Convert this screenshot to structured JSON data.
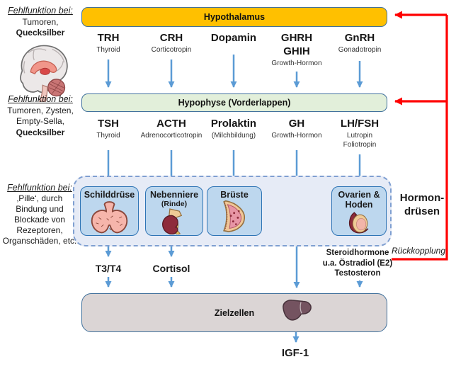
{
  "notes": {
    "block1": {
      "heading": "Fehlfunktion bei:",
      "line1": "Tumoren,",
      "line2": "Quecksilber"
    },
    "block2": {
      "heading": "Fehlfunktion bei:",
      "line1": "Tumoren, Zysten,",
      "line2": "Empty-Sella,",
      "line3": "Quecksilber"
    },
    "block3": {
      "heading": "Fehlfunktion bei:",
      "line1": "‚Pille‘, durch",
      "line2": "Bindung und",
      "line3": "Blockade von",
      "line4": "Rezeptoren,",
      "line5": "Organschäden, etc."
    }
  },
  "boxes": {
    "hypothalamus": {
      "label": "Hypothalamus",
      "fill": "#FFC000"
    },
    "hypophyse": {
      "label": "Hypophyse (Vorderlappen)",
      "fill": "#E2EFDA"
    },
    "zielzellen": {
      "label": "Zielzellen",
      "fill": "#DBD5D5"
    }
  },
  "releasing": [
    {
      "name": "TRH",
      "sub": "Thyroid"
    },
    {
      "name": "CRH",
      "sub": "Corticotropin"
    },
    {
      "name": "Dopamin"
    },
    {
      "name": "GHRH",
      "name2": "GHIH",
      "sub": "Growth-Hormon"
    },
    {
      "name": "GnRH",
      "sub": "Gonadotropin"
    }
  ],
  "pituitary": [
    {
      "name": "TSH",
      "sub": "Thyroid"
    },
    {
      "name": "ACTH",
      "sub": "Adrenocorticotropin"
    },
    {
      "name": "Prolaktin",
      "sub": "(Milchbildung)"
    },
    {
      "name": "GH",
      "sub": "Growth-Hormon"
    },
    {
      "name": "LH/FSH",
      "sub": "Lutropin",
      "sub2": "Foliotropin"
    }
  ],
  "glands": [
    {
      "name": "Schilddrüse"
    },
    {
      "name": "Nebenniere",
      "sub": "(Rinde)"
    },
    {
      "name": "Brüste"
    },
    {
      "name": "Ovarien &",
      "name2": "Hoden"
    }
  ],
  "outputs": {
    "t3t4": "T3/T4",
    "cortisol": "Cortisol",
    "steroid1": "Steroidhormone",
    "steroid2": "u.a. Östradiol (E2)",
    "steroid3": "Testosteron",
    "igf1": "IGF-1"
  },
  "side": {
    "hormone_glands1": "Hormon-",
    "hormone_glands2": "drüsen",
    "feedback": "Rückkopplung"
  },
  "colors": {
    "arrow_blue": "#5B9BD5",
    "feedback_red": "#FF0000",
    "hypothalamus_fill": "#FFC000",
    "hypophyse_fill": "#E2EFDA",
    "gland_fill": "#BDD7EE",
    "gland_container_fill": "#E6EBF6",
    "zielzellen_fill": "#DBD5D5",
    "box_border": "#41719C"
  }
}
